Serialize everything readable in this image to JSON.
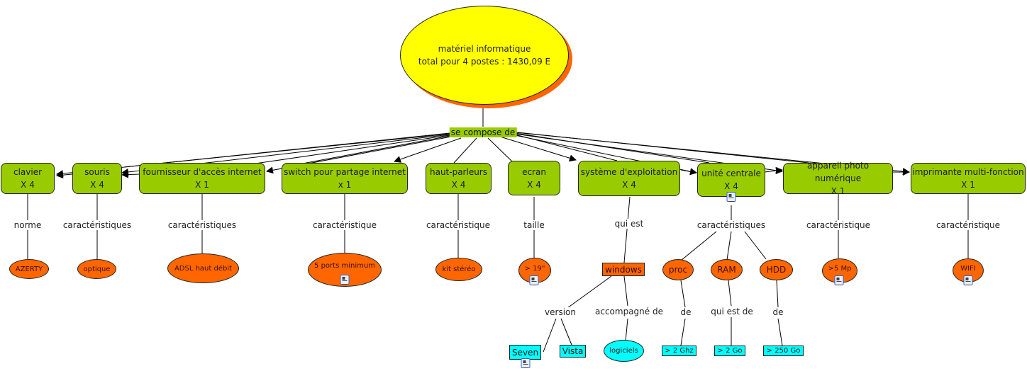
{
  "root": {
    "title": "matériel informatique",
    "subtitle": "total pour 4 postes : 1430,09 E"
  },
  "hub_link": "se compose de",
  "concepts": [
    {
      "id": "clavier",
      "name": "clavier",
      "qty": "X 4"
    },
    {
      "id": "souris",
      "name": "souris",
      "qty": "X 4"
    },
    {
      "id": "fai",
      "name": "fournisseur d'accès internet",
      "qty": "X 1"
    },
    {
      "id": "switch",
      "name": "switch pour partage internet",
      "qty": "x 1"
    },
    {
      "id": "hp",
      "name": "haut-parleurs",
      "qty": "X 4"
    },
    {
      "id": "ecran",
      "name": "ecran",
      "qty": "X 4"
    },
    {
      "id": "os",
      "name": "système d'exploitation",
      "qty": "X 4"
    },
    {
      "id": "uc",
      "name": "unité centrale",
      "qty": "X 4",
      "has_resource": true
    },
    {
      "id": "photo",
      "name": "appareil photo numérique",
      "qty": "X 1"
    },
    {
      "id": "imprimante",
      "name": "imprimante multi-fonction",
      "qty": "X 1"
    }
  ],
  "link_labels": {
    "clavier": "norme",
    "souris": "caractéristiques",
    "fai": "caractéristiques",
    "switch": "caractéristique",
    "hp": "caractéristique",
    "ecran": "taille",
    "os": "qui est",
    "uc": "caractéristiques",
    "photo": "caractéristique",
    "imprimante": "caractéristique",
    "windows_version": "version",
    "windows_accomp": "accompagné de",
    "proc": "de",
    "ram": "qui est de",
    "hdd": "de"
  },
  "properties": {
    "clavier": "AZERTY",
    "souris": "optique",
    "fai": "ADSL haut débit",
    "switch": "5 ports minimum",
    "hp": "kit stéréo",
    "ecran": "> 19\"",
    "os": "windows",
    "proc": "proc",
    "ram": "RAM",
    "hdd": "HDD",
    "photo": ">5 Mp",
    "imprimante": "WIFI"
  },
  "leaves": {
    "seven": "Seven",
    "vista": "Vista",
    "logiciels": "logiciels",
    "proc_val": "> 2 Ghz",
    "ram_val": "> 2 Go",
    "hdd_val": "> 250 Go"
  },
  "colors": {
    "root_fill": "#ffff00",
    "root_shadow": "#ff6600",
    "concept_fill": "#99cc00",
    "property_fill": "#ff6600",
    "leaf_fill": "#00ffff"
  }
}
